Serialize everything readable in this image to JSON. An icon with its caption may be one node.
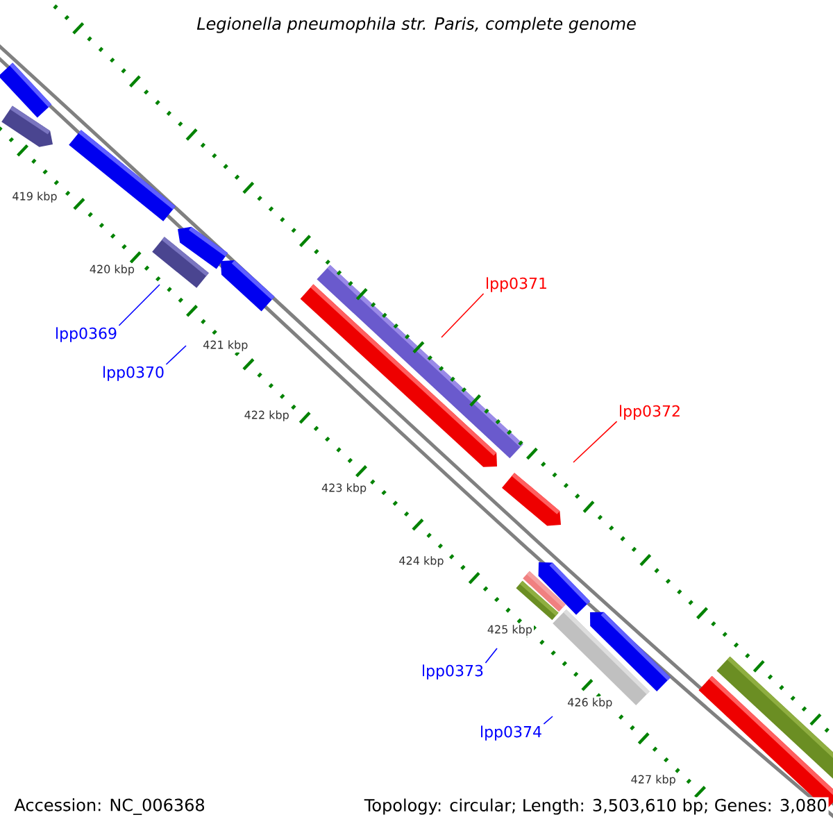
{
  "diagram": {
    "title": "Legionella pneumophila str. Paris, complete genome",
    "nodes": [
      {
        "text": [
          "lpp0369"
        ]
      },
      {
        "text": [
          "lpp0370"
        ]
      },
      {
        "text": [
          "lpp0371"
        ]
      },
      {
        "text": [
          "lpp0372"
        ]
      },
      {
        "text": [
          "lpp0373"
        ]
      },
      {
        "text": [
          "lpp0374"
        ]
      }
    ],
    "edges": [
      {
        "from": 0,
        "to": null,
        "arrow": "none"
      },
      {
        "from": 1,
        "to": null,
        "arrow": "none"
      },
      {
        "from": 2,
        "to": null,
        "arrow": "none",
        "color": "#ff0000"
      },
      {
        "from": 3,
        "to": null,
        "arrow": "none",
        "color": "#ff0000"
      },
      {
        "from": 4,
        "to": null,
        "arrow": "none"
      },
      {
        "from": 5,
        "to": null,
        "arrow": "none"
      }
    ],
    "labels": [
      "419 kbp",
      "420 kbp",
      "421 kbp",
      "422 kbp",
      "423 kbp",
      "424 kbp",
      "425 kbp",
      "426 kbp",
      "427 kbp",
      "Accession: NC_006368",
      "Topology: circular; Length: 3,503,610 bp; Genes: 3,080"
    ]
  }
}
